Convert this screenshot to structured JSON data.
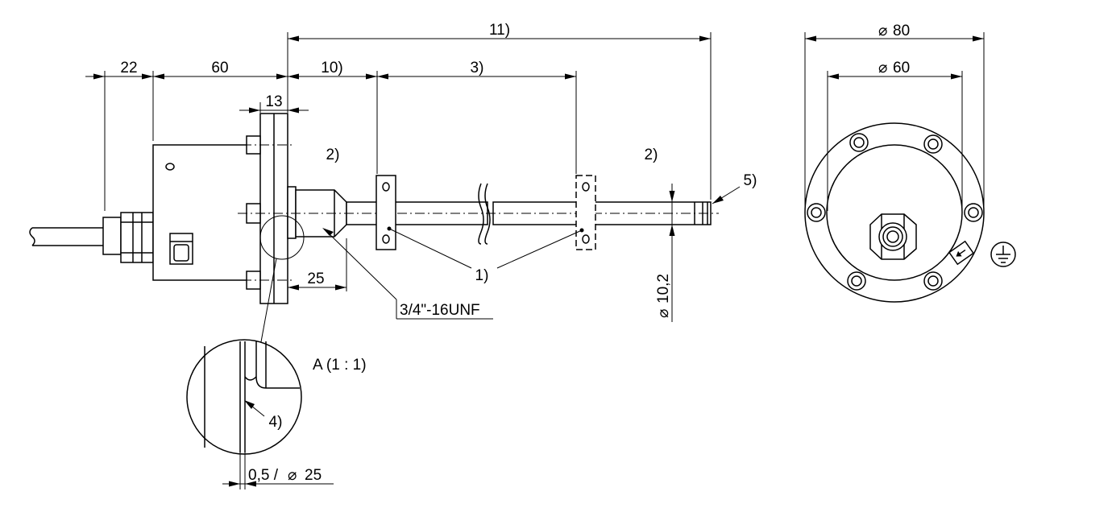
{
  "dimensions": {
    "d22": "22",
    "d60": "60",
    "d13": "13",
    "d10": "10)",
    "d3": "3)",
    "d11": "11)",
    "d25": "25",
    "d10_2": "10,2",
    "d0_5": "0,5 /",
    "d25_detail": "25",
    "dia80": "80",
    "dia60": "60"
  },
  "notes": {
    "n1": "1)",
    "n2_left": "2)",
    "n2_right": "2)",
    "n4": "4)",
    "n5": "5)"
  },
  "thread_label": "3/4\"-16UNF",
  "detail_label": "A  (1 : 1)",
  "diameter_symbol": "⌀",
  "ground_symbol": "ground-symbol"
}
